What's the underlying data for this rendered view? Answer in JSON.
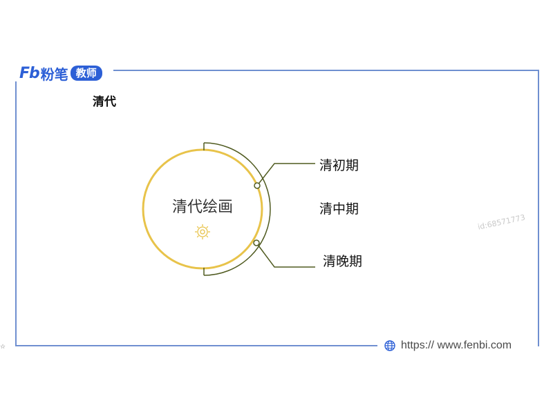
{
  "header": {
    "logo_mark": "Fb",
    "logo_name": "粉笔",
    "logo_badge": "教师"
  },
  "slide": {
    "title": "清代",
    "center": "清代绘画",
    "branches": [
      "清初期",
      "清中期",
      "清晚期"
    ]
  },
  "footer": {
    "url": "https:// www.fenbi.com"
  },
  "watermark": "id:68571773",
  "colors": {
    "frame": "#6f8fd0",
    "brand": "#2c5fd6",
    "circle": "#e8c34a",
    "branch_line": "#4f5a1f"
  },
  "icons": {
    "center": "gear-icon",
    "footer": "globe-icon",
    "side": "small-star-icon"
  }
}
